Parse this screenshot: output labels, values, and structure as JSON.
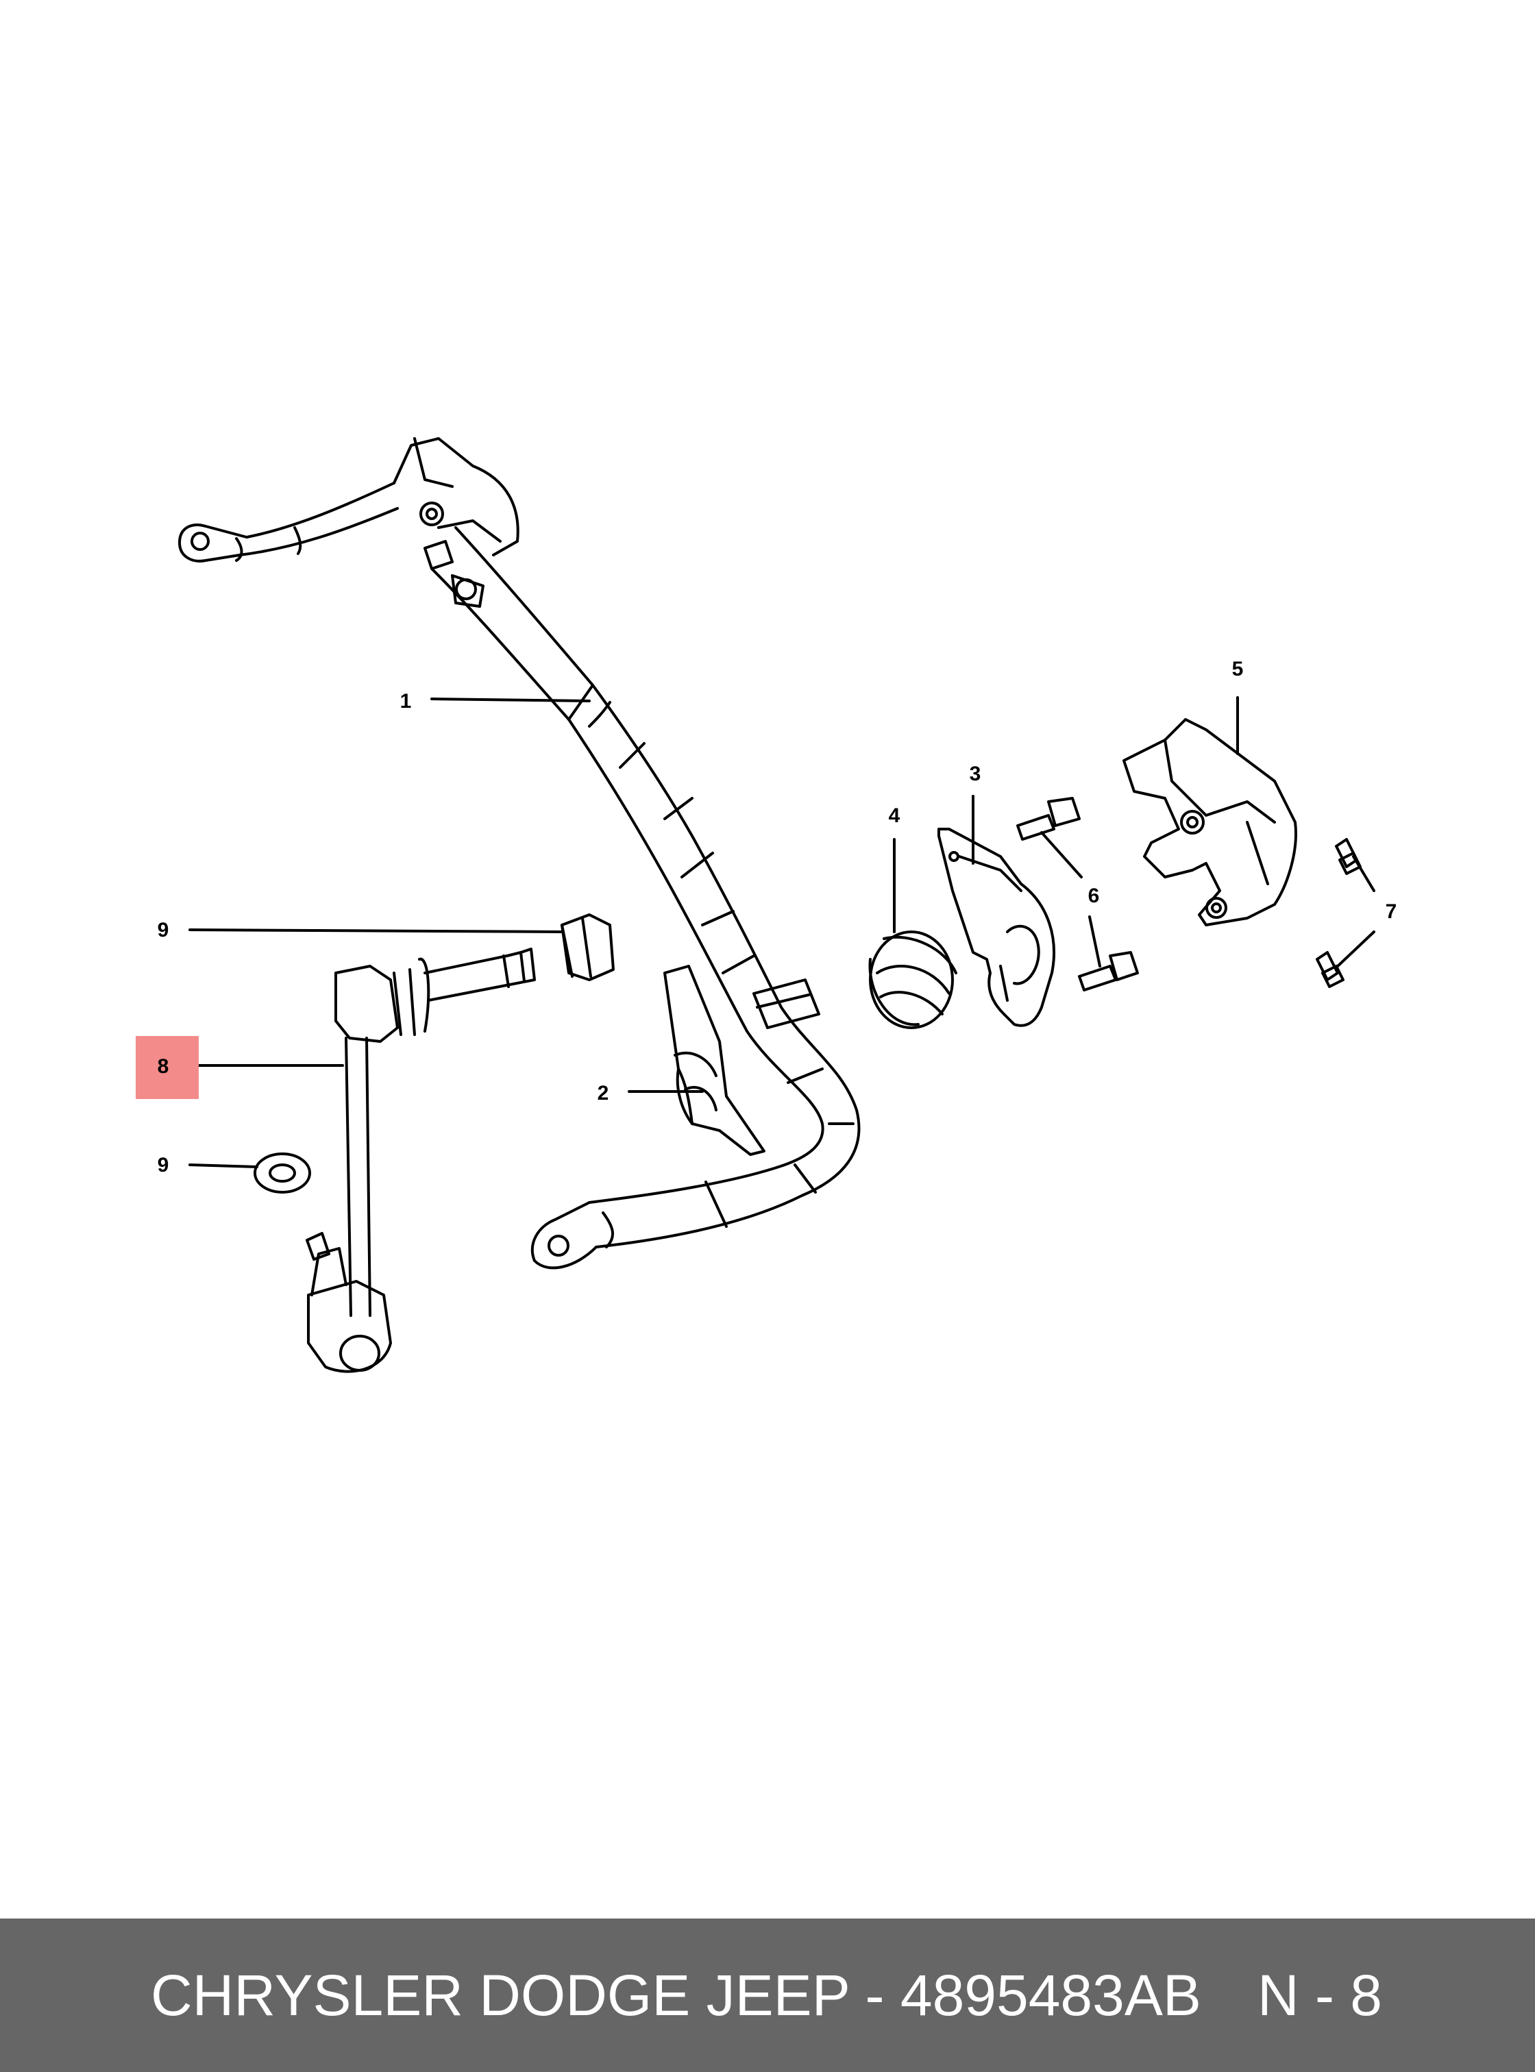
{
  "diagram": {
    "highlight_color": "#f38b8b",
    "callouts": {
      "c1": "1",
      "c2": "2",
      "c3": "3",
      "c4": "4",
      "c5": "5",
      "c6": "6",
      "c7": "7",
      "c8": "8",
      "c9a": "9",
      "c9b": "9"
    }
  },
  "footer": {
    "background": "#666666",
    "title": "CHRYSLER DODGE JEEP - 4895483AB",
    "ref": "N - 8"
  }
}
